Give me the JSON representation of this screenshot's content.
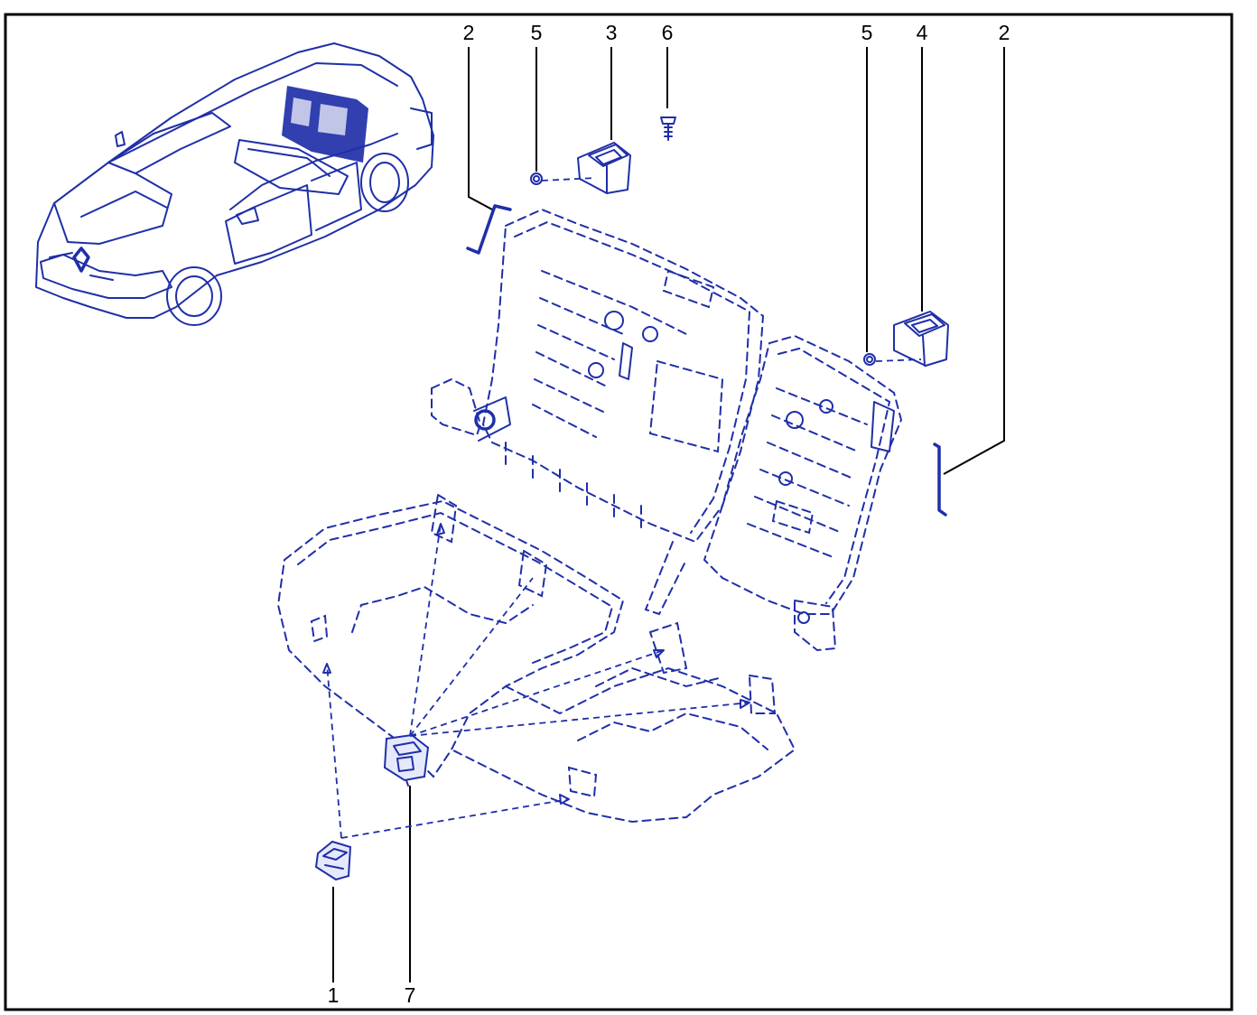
{
  "colors": {
    "line": "#1f2fa8",
    "label": "#000000",
    "frame": "#000000",
    "background": "#ffffff"
  },
  "callouts": [
    {
      "id": "c2a",
      "text": "2"
    },
    {
      "id": "c5a",
      "text": "5"
    },
    {
      "id": "c3",
      "text": "3"
    },
    {
      "id": "c6",
      "text": "6"
    },
    {
      "id": "c5b",
      "text": "5"
    },
    {
      "id": "c4",
      "text": "4"
    },
    {
      "id": "c2b",
      "text": "2"
    },
    {
      "id": "c1",
      "text": "1"
    },
    {
      "id": "c7",
      "text": "7"
    }
  ]
}
